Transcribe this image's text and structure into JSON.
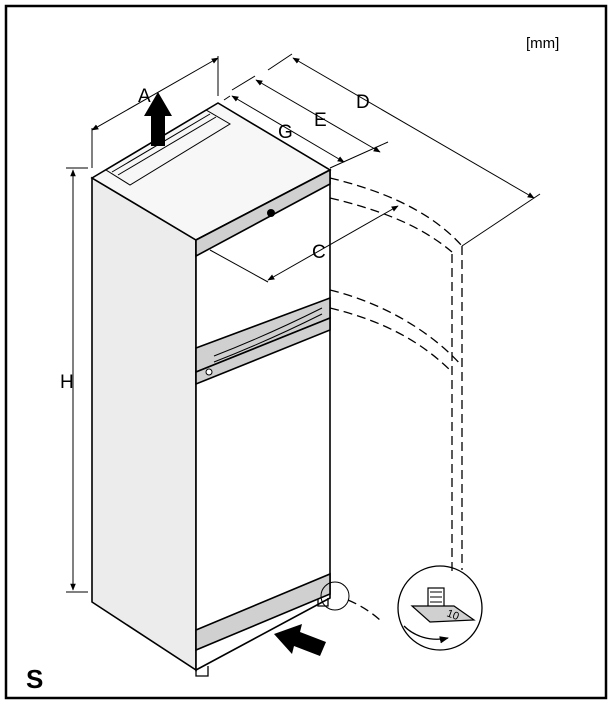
{
  "labels": {
    "unit": "[mm]",
    "corner": "S",
    "dim_a": "A",
    "dim_c": "C",
    "dim_d": "D",
    "dim_e": "E",
    "dim_g": "G",
    "dim_h": "H"
  },
  "colors": {
    "panel_gray": "#d0d0d0",
    "side_gray": "#ececec",
    "top_gray": "#f7f7f7",
    "frame": "#000000"
  }
}
